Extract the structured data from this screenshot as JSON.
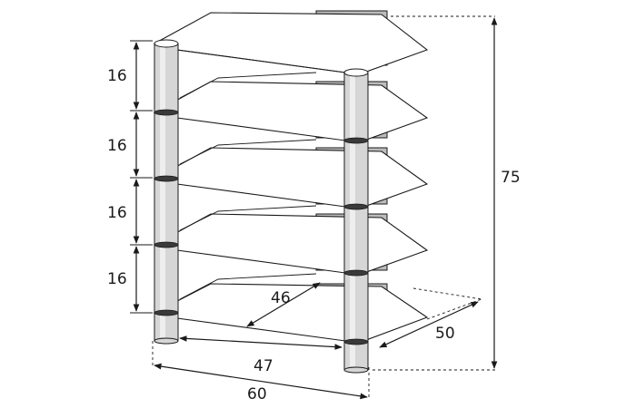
{
  "dimensions": {
    "tier_1": "16",
    "tier_2": "16",
    "tier_3": "16",
    "tier_4": "16",
    "height": "75",
    "depth_inner": "46",
    "depth": "50",
    "width_inner": "47",
    "width": "60"
  }
}
